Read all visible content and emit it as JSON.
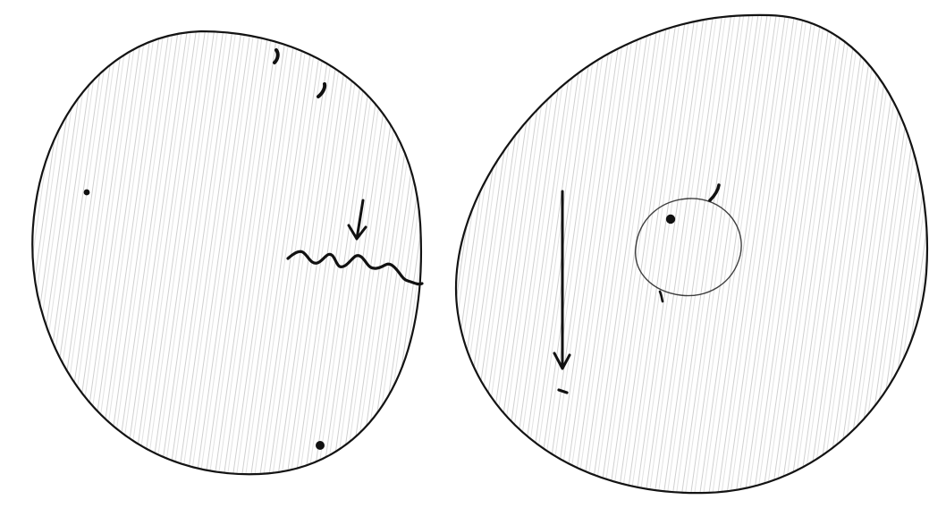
{
  "drawing": {
    "panels": [
      {
        "id": "left",
        "shape": "rounded-circle",
        "fill": "shaded-pencil",
        "marks": [
          "dot",
          "dot",
          "tick",
          "tick",
          "arrow-down",
          "wavy-line"
        ]
      },
      {
        "id": "right",
        "shape": "oval-egg",
        "fill": "shaded-pencil",
        "marks": [
          "small-circle",
          "dot",
          "tick",
          "tick",
          "long-arrow-down",
          "small-dash"
        ]
      }
    ],
    "colors": {
      "background": "#ffffff",
      "ink": "#111111",
      "pencil": "#bdbdbd",
      "pencil_light": "#d6d6d6"
    }
  }
}
